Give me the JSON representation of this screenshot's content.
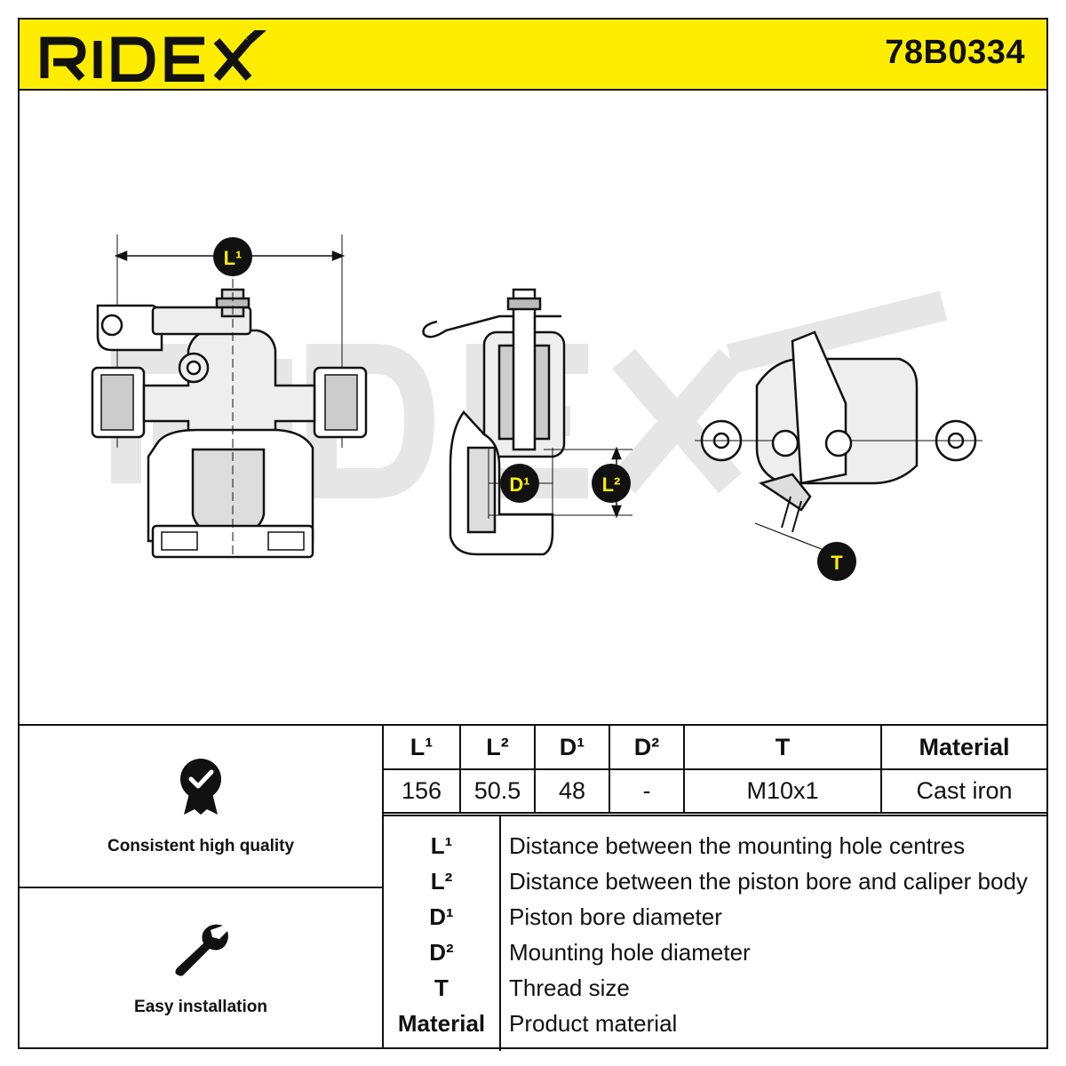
{
  "header": {
    "brand": "RIDEX",
    "part_number": "78B0334"
  },
  "colors": {
    "header_bg": "#ffed00",
    "ink": "#111111",
    "watermark": "#e6e6e6"
  },
  "drawing": {
    "callouts": {
      "l1": "L¹",
      "l2": "L²",
      "d1": "D¹",
      "t": "T"
    },
    "watermark": "RIDEX"
  },
  "features": [
    {
      "icon": "quality-badge-icon",
      "label": "Consistent high quality"
    },
    {
      "icon": "wrench-icon",
      "label": "Easy installation"
    }
  ],
  "specs": {
    "headers": [
      "L¹",
      "L²",
      "D¹",
      "D²",
      "T",
      "Material"
    ],
    "values": [
      "156",
      "50.5",
      "48",
      "-",
      "M10x1",
      "Cast iron"
    ]
  },
  "legend": [
    {
      "symbol": "L¹",
      "description": "Distance between the mounting hole centres"
    },
    {
      "symbol": "L²",
      "description": "Distance between the piston bore and caliper body"
    },
    {
      "symbol": "D¹",
      "description": "Piston bore diameter"
    },
    {
      "symbol": "D²",
      "description": "Mounting hole diameter"
    },
    {
      "symbol": "T",
      "description": "Thread size"
    },
    {
      "symbol": "Material",
      "description": "Product material"
    }
  ]
}
